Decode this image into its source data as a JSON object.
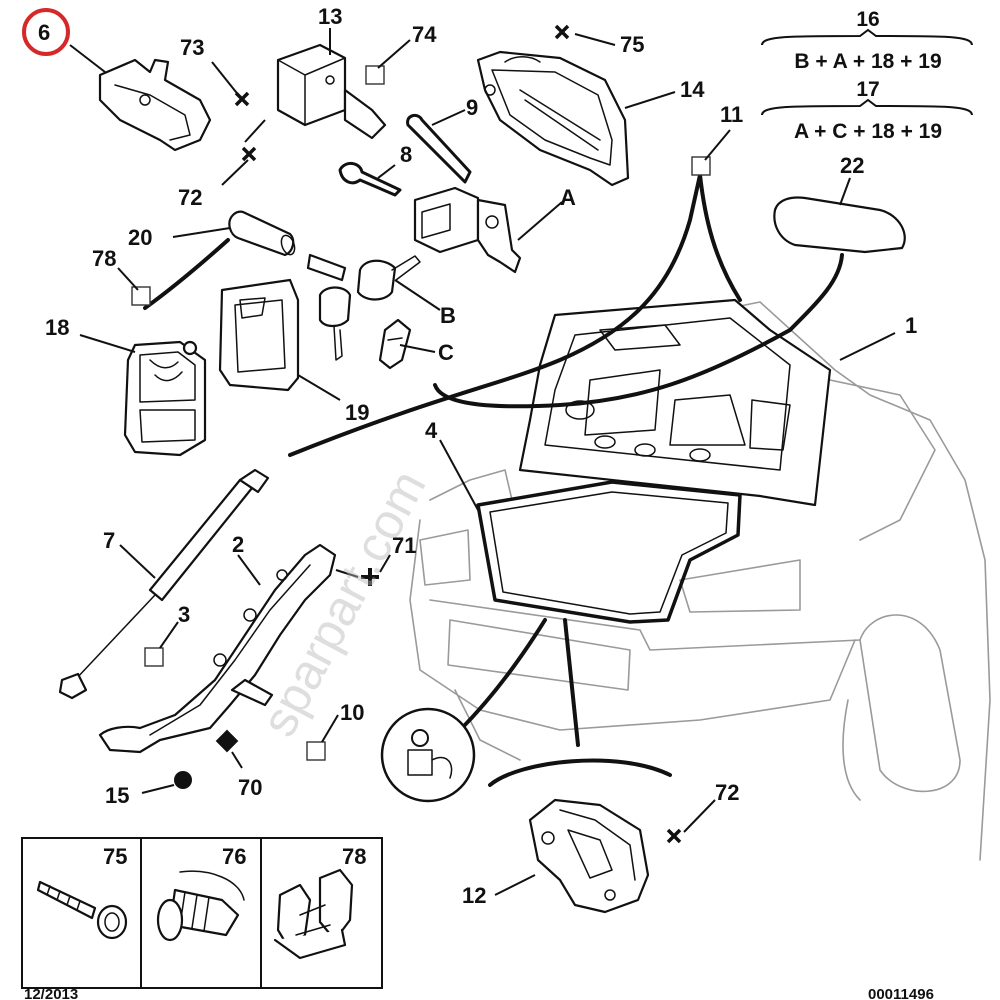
{
  "labels": {
    "l6": "6",
    "l13": "13",
    "l74": "74",
    "l73": "73",
    "l75": "75",
    "l14": "14",
    "l72a": "72",
    "l9": "9",
    "l8": "8",
    "lA": "A",
    "l11": "11",
    "l20": "20",
    "l78": "78",
    "l22": "22",
    "lB": "B",
    "l18": "18",
    "lC": "C",
    "l1": "1",
    "l19": "19",
    "l4": "4",
    "l7": "7",
    "l2": "2",
    "l71": "71",
    "l3": "3",
    "l10": "10",
    "l15": "15",
    "l70": "70",
    "l72b": "72",
    "l12": "12"
  },
  "formulas": {
    "f16_num": "16",
    "f16_expr": "B + A + 18 + 19",
    "f17_num": "17",
    "f17_expr": "A + C + 18 + 19"
  },
  "legend": {
    "c75": "75",
    "c76": "76",
    "c78": "78"
  },
  "footer": {
    "date": "12/2013",
    "ref": "00011496"
  },
  "watermark": "sparpart.com",
  "colors": {
    "highlight": "#d62828",
    "ink": "#111111"
  }
}
